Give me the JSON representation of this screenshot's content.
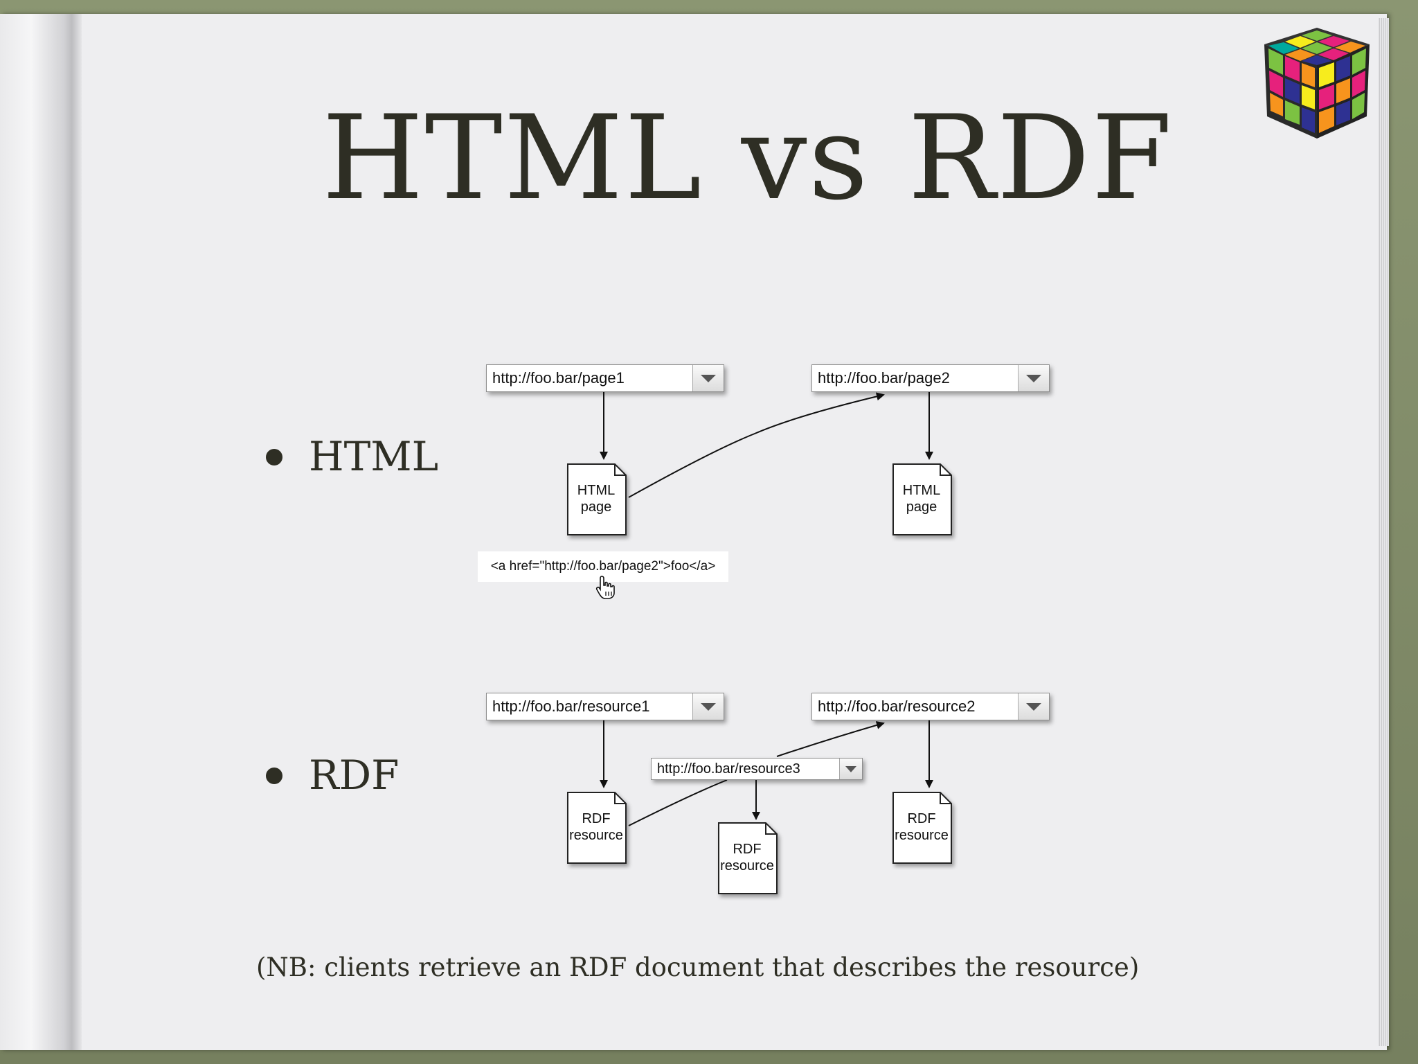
{
  "slide": {
    "title": "HTML vs RDF",
    "bullets": [
      {
        "label": "HTML"
      },
      {
        "label": "RDF"
      }
    ],
    "note": "(NB: clients retrieve an RDF document that describes the resource)"
  },
  "html_diagram": {
    "url1": "http://foo.bar/page1",
    "url2": "http://foo.bar/page2",
    "doc1": {
      "line1": "HTML",
      "line2": "page"
    },
    "doc2": {
      "line1": "HTML",
      "line2": "page"
    },
    "link_code": "<a href=\"http://foo.bar/page2\">foo</a>"
  },
  "rdf_diagram": {
    "url1": "http://foo.bar/resource1",
    "url2": "http://foo.bar/resource2",
    "url3": "http://foo.bar/resource3",
    "doc1": {
      "line1": "RDF",
      "line2": "resource"
    },
    "doc2": {
      "line1": "RDF",
      "line2": "resource"
    },
    "doc3": {
      "line1": "RDF",
      "line2": "resource"
    }
  },
  "icons": {
    "logo": "rubiks-cube-icon",
    "cursor": "hand-pointer-icon",
    "dropdown": "triangle-down-icon"
  },
  "colors": {
    "page": "#eeeef0",
    "text": "#2e2e24",
    "book_edge": "#7f8a6a"
  }
}
